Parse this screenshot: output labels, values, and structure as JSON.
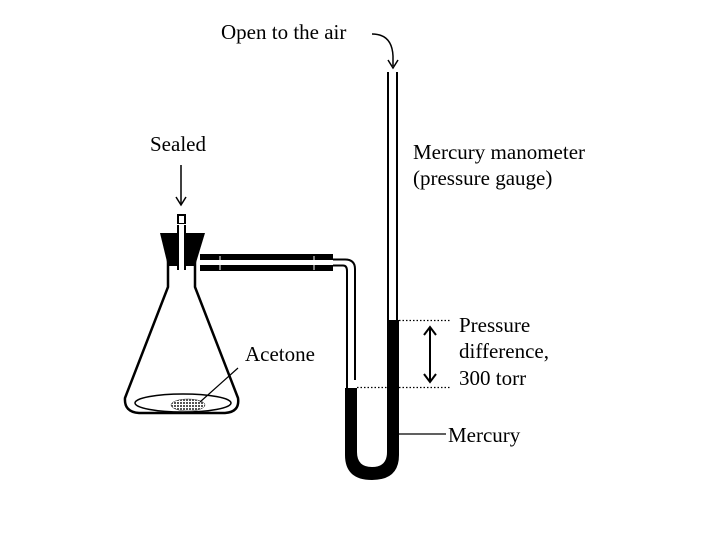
{
  "labels": {
    "open_to_air": "Open to the air",
    "sealed": "Sealed",
    "manometer_line1": "Mercury manometer",
    "manometer_line2": "(pressure gauge)",
    "acetone": "Acetone",
    "pressure_line1": "Pressure",
    "pressure_line2": "difference,",
    "pressure_line3": "300 torr",
    "mercury": "Mercury"
  },
  "colors": {
    "ink": "#000000",
    "background": "#ffffff",
    "liquid_pattern": "#555555"
  }
}
